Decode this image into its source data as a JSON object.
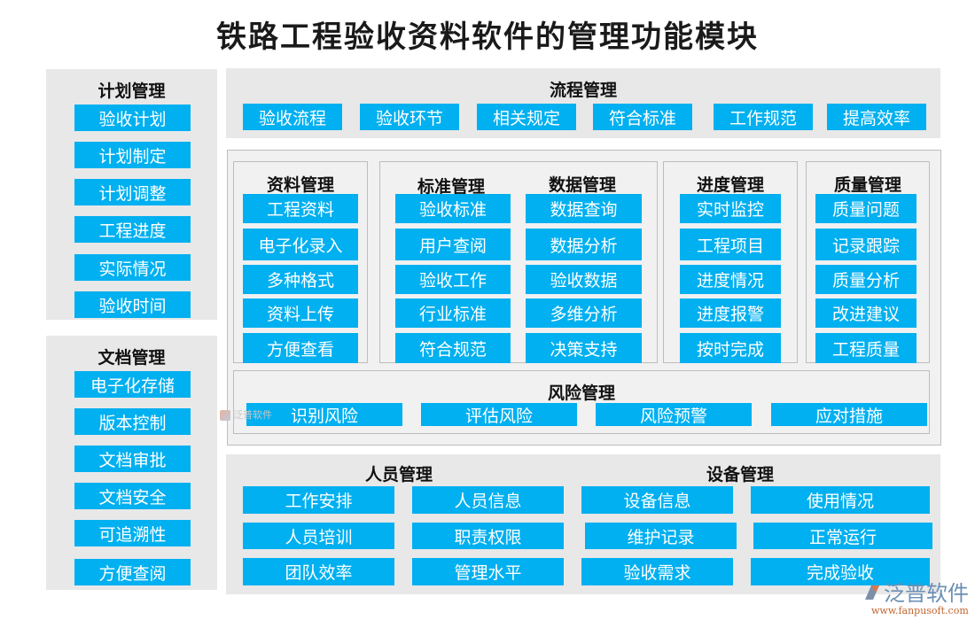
{
  "title": "铁路工程验收资料软件的管理功能模块",
  "plan": {
    "heading": "计划管理",
    "items": [
      "验收计划",
      "计划制定",
      "计划调整",
      "工程进度",
      "实际情况",
      "验收时间"
    ]
  },
  "document": {
    "heading": "文档管理",
    "items": [
      "电子化存储",
      "版本控制",
      "文档审批",
      "文档安全",
      "可追溯性",
      "方便查阅"
    ]
  },
  "process": {
    "heading": "流程管理",
    "items": [
      "验收流程",
      "验收环节",
      "相关规定",
      "符合标准",
      "工作规范",
      "提高效率"
    ]
  },
  "materials": {
    "heading": "资料管理",
    "items": [
      "工程资料",
      "电子化录入",
      "多种格式",
      "资料上传",
      "方便查看"
    ]
  },
  "standards": {
    "heading": "标准管理",
    "items": [
      "验收标准",
      "用户查阅",
      "验收工作",
      "行业标准",
      "符合规范"
    ]
  },
  "data_mgmt": {
    "heading": "数据管理",
    "items": [
      "数据查询",
      "数据分析",
      "验收数据",
      "多维分析",
      "决策支持"
    ]
  },
  "progress": {
    "heading": "进度管理",
    "items": [
      "实时监控",
      "工程项目",
      "进度情况",
      "进度报警",
      "按时完成"
    ]
  },
  "quality": {
    "heading": "质量管理",
    "items": [
      "质量问题",
      "记录跟踪",
      "质量分析",
      "改进建议",
      "工程质量"
    ]
  },
  "risk": {
    "heading": "风险管理",
    "items": [
      "识别风险",
      "评估风险",
      "风险预警",
      "应对措施"
    ]
  },
  "personnel": {
    "heading": "人员管理",
    "items": [
      "工作安排",
      "人员信息",
      "人员培训",
      "职责权限",
      "团队效率",
      "管理水平"
    ]
  },
  "equipment": {
    "heading": "设备管理",
    "items": [
      "设备信息",
      "使用情况",
      "维护记录",
      "正常运行",
      "验收需求",
      "完成验收"
    ]
  },
  "watermark": {
    "brand": "泛普软件",
    "url": "www.fanpusoft.com"
  },
  "colors": {
    "button_bg": "#00b0f0",
    "button_text": "#ffffff",
    "panel_bg": "#e8e8e8",
    "inner_bg": "#f1f1f1",
    "inner_border": "#bdbdbd"
  }
}
